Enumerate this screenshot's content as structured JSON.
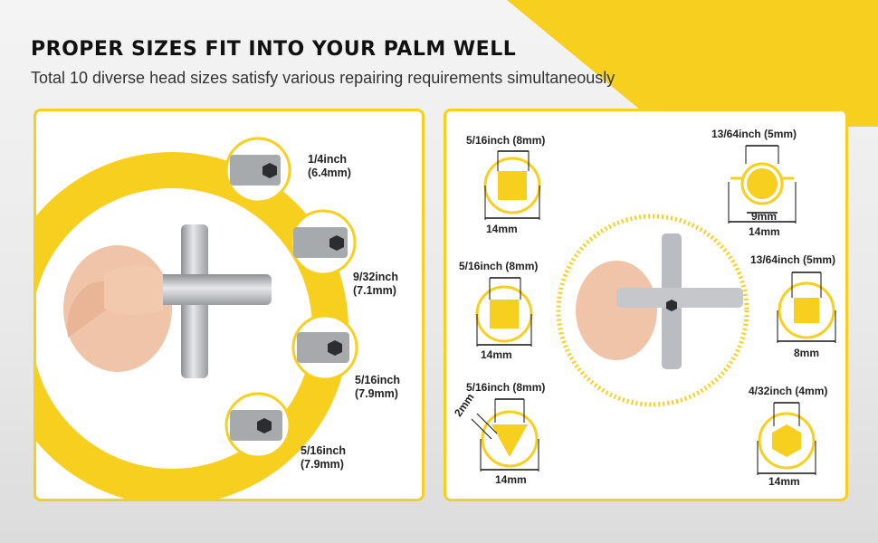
{
  "header": {
    "title": "PROPER SIZES FIT INTO YOUR PALM WELL",
    "subtitle": "Total 10 diverse head sizes satisfy various repairing requirements simultaneously"
  },
  "left_panel": {
    "sizes": [
      {
        "size": "1/4inch",
        "metric": "(6.4mm)"
      },
      {
        "size": "9/32inch",
        "metric": "(7.1mm)"
      },
      {
        "size": "5/16inch",
        "metric": "(7.9mm)"
      },
      {
        "size": "5/16inch",
        "metric": "(7.9mm)"
      }
    ]
  },
  "right_panel": {
    "heads": [
      {
        "label": "5/16inch (8mm)",
        "width": "14mm",
        "shape": "square"
      },
      {
        "label": "13/64inch (5mm)",
        "inner": "9mm",
        "width": "14mm",
        "shape": "round-key"
      },
      {
        "label": "5/16inch (8mm)",
        "width": "14mm",
        "shape": "square"
      },
      {
        "label": "13/64inch (5mm)",
        "width": "8mm",
        "shape": "square"
      },
      {
        "label": "5/16inch (8mm)",
        "width": "14mm",
        "edge": "2mm",
        "shape": "triangle"
      },
      {
        "label": "4/32inch (4mm)",
        "width": "14mm",
        "shape": "hexagon"
      }
    ]
  },
  "colors": {
    "accent": "#f7cf1e",
    "panel_border": "#f7cf1e",
    "metal": "#b9bcc0"
  }
}
